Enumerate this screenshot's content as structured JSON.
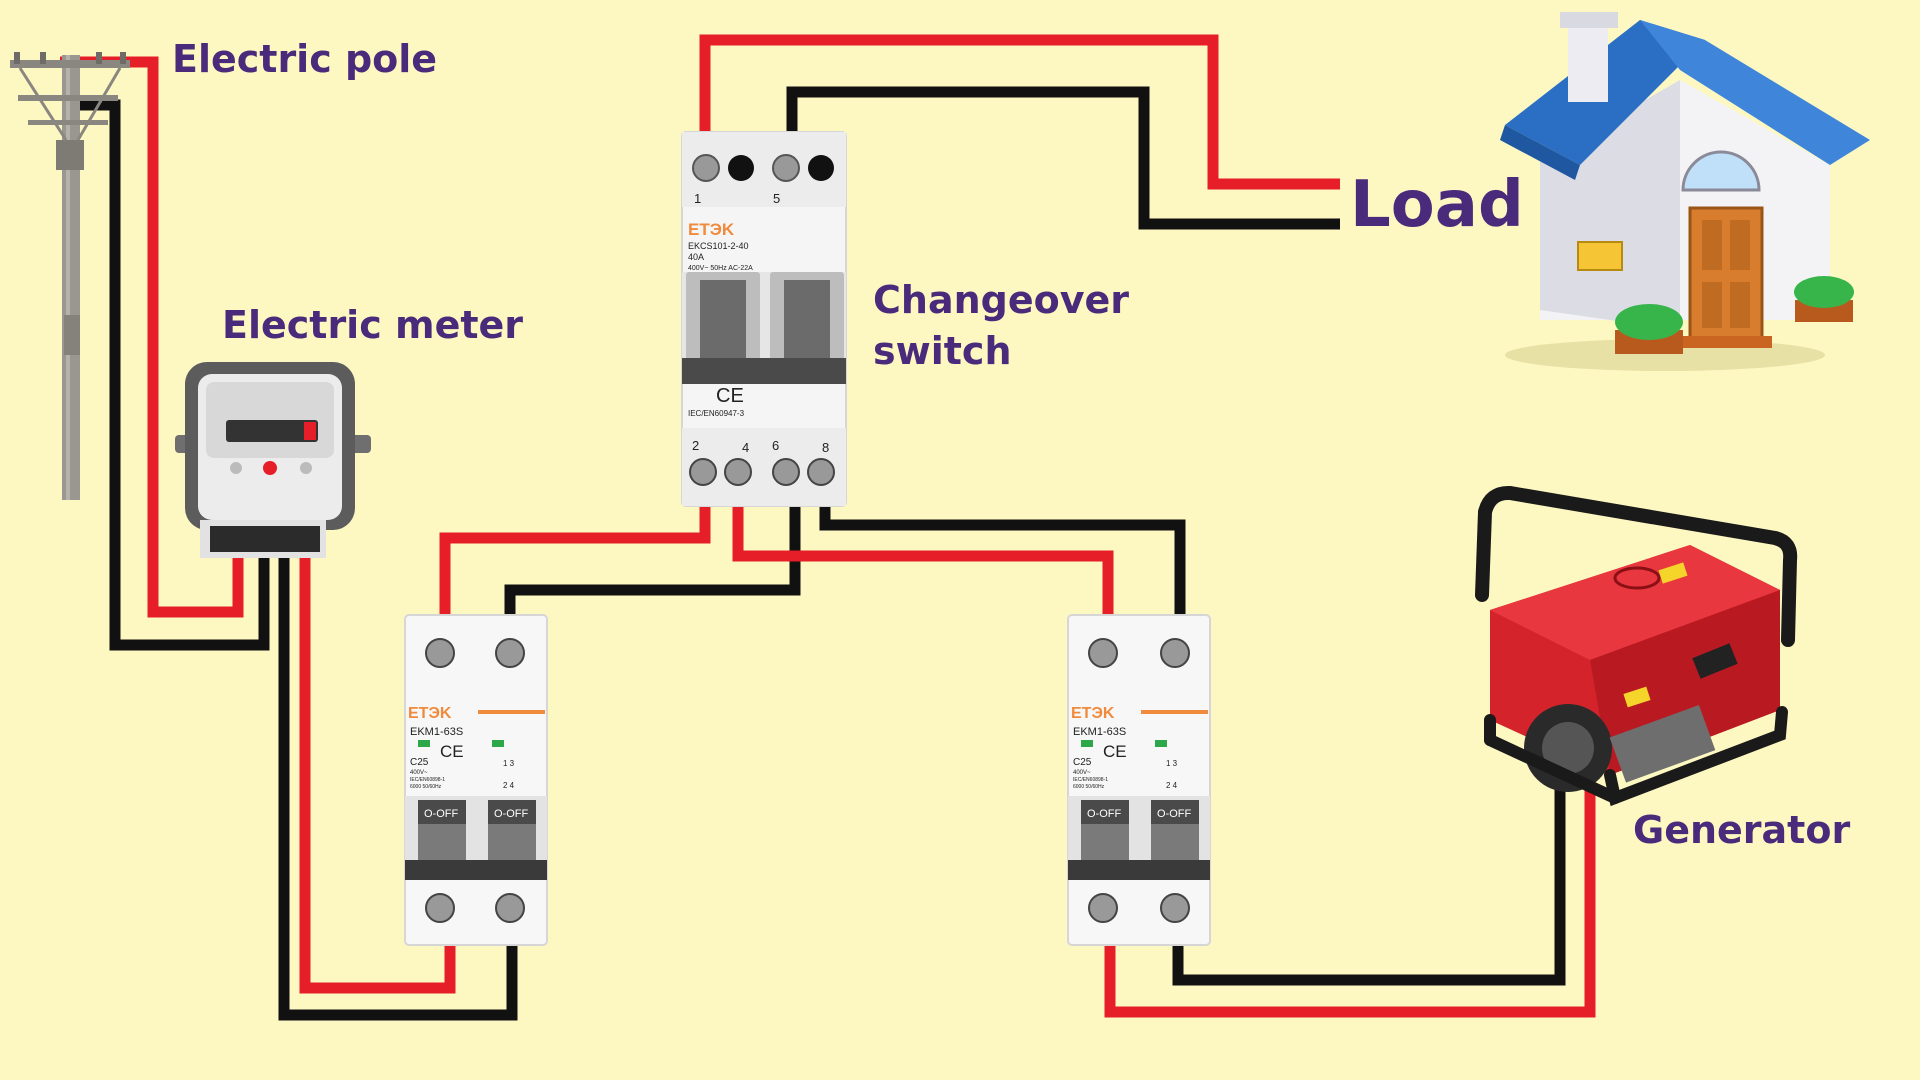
{
  "labels": {
    "electric_pole": "Electric pole",
    "electric_meter": "Electric meter",
    "changeover_line1": "Changeover",
    "changeover_line2": "switch",
    "load": "Load",
    "generator": "Generator"
  },
  "changeover_switch": {
    "brand": "ETЭK",
    "model": "EKCS101-2-40",
    "rating": "40A",
    "spec": "400V~ 50Hz AC-22A",
    "standard": "IEC/EN60947-3",
    "terminal_top_left": "1",
    "terminal_top_right": "5",
    "terminal_bottom": [
      "2",
      "4",
      "6",
      "8"
    ],
    "mark": "CE"
  },
  "breakers": [
    {
      "brand": "ETЭK",
      "model": "EKM1-63S",
      "rating": "C25",
      "volt": "400V~",
      "standard": "IEC/EN60898-1",
      "capacity": "6000 50/60Hz",
      "handle_left": "O-OFF",
      "handle_right": "O-OFF",
      "mark": "CE",
      "pole_marks": "1 3",
      "pole_marks_bottom": "2 4"
    },
    {
      "brand": "ETЭK",
      "model": "EKM1-63S",
      "rating": "C25",
      "volt": "400V~",
      "standard": "IEC/EN60898-1",
      "capacity": "6000 50/60Hz",
      "handle_left": "O-OFF",
      "handle_right": "O-OFF",
      "mark": "CE",
      "pole_marks": "1 3",
      "pole_marks_bottom": "2 4"
    }
  ],
  "colors": {
    "background": "#fdf8c2",
    "live_wire": "#e61e28",
    "neutral_wire": "#111111",
    "label_text": "#4a2a7a",
    "brand_orange": "#f08a3c"
  },
  "icons": [
    "electric-pole-icon",
    "electric-meter-icon",
    "house-icon",
    "generator-icon"
  ]
}
